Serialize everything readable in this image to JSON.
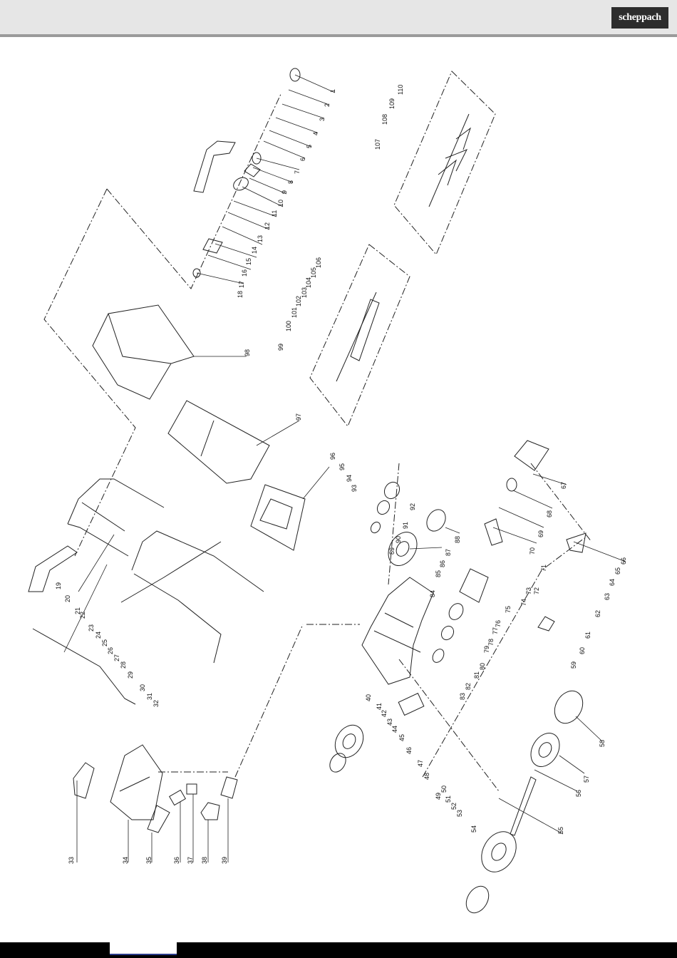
{
  "header": {
    "brand_logo_text": "scheppach"
  },
  "colors": {
    "header_bg": "#e6e6e6",
    "header_rule": "#9a9a9a",
    "logo_bg": "#2d2d2d",
    "footer_bg": "#000000",
    "line": "#222222"
  },
  "diagram": {
    "part_numbers": [
      "1",
      "2",
      "3",
      "4",
      "5",
      "6",
      "7",
      "8",
      "9",
      "10",
      "11",
      "12",
      "13",
      "14",
      "15",
      "16",
      "17",
      "18",
      "19",
      "20",
      "21",
      "22",
      "23",
      "24",
      "25",
      "26",
      "27",
      "28",
      "29",
      "30",
      "31",
      "32",
      "33",
      "34",
      "35",
      "36",
      "37",
      "38",
      "39",
      "40",
      "41",
      "42",
      "43",
      "44",
      "45",
      "46",
      "47",
      "48",
      "49",
      "50",
      "51",
      "52",
      "53",
      "54",
      "55",
      "56",
      "57",
      "58",
      "59",
      "60",
      "61",
      "62",
      "63",
      "64",
      "65",
      "66",
      "67",
      "68",
      "69",
      "70",
      "71",
      "72",
      "73",
      "74",
      "75",
      "76",
      "77",
      "78",
      "79",
      "80",
      "81",
      "82",
      "83",
      "84",
      "85",
      "86",
      "87",
      "88",
      "89",
      "90",
      "91",
      "92",
      "93",
      "94",
      "95",
      "96",
      "97",
      "98",
      "99",
      "100",
      "101",
      "102",
      "103",
      "104",
      "105",
      "106",
      "107",
      "108",
      "109",
      "110"
    ]
  }
}
